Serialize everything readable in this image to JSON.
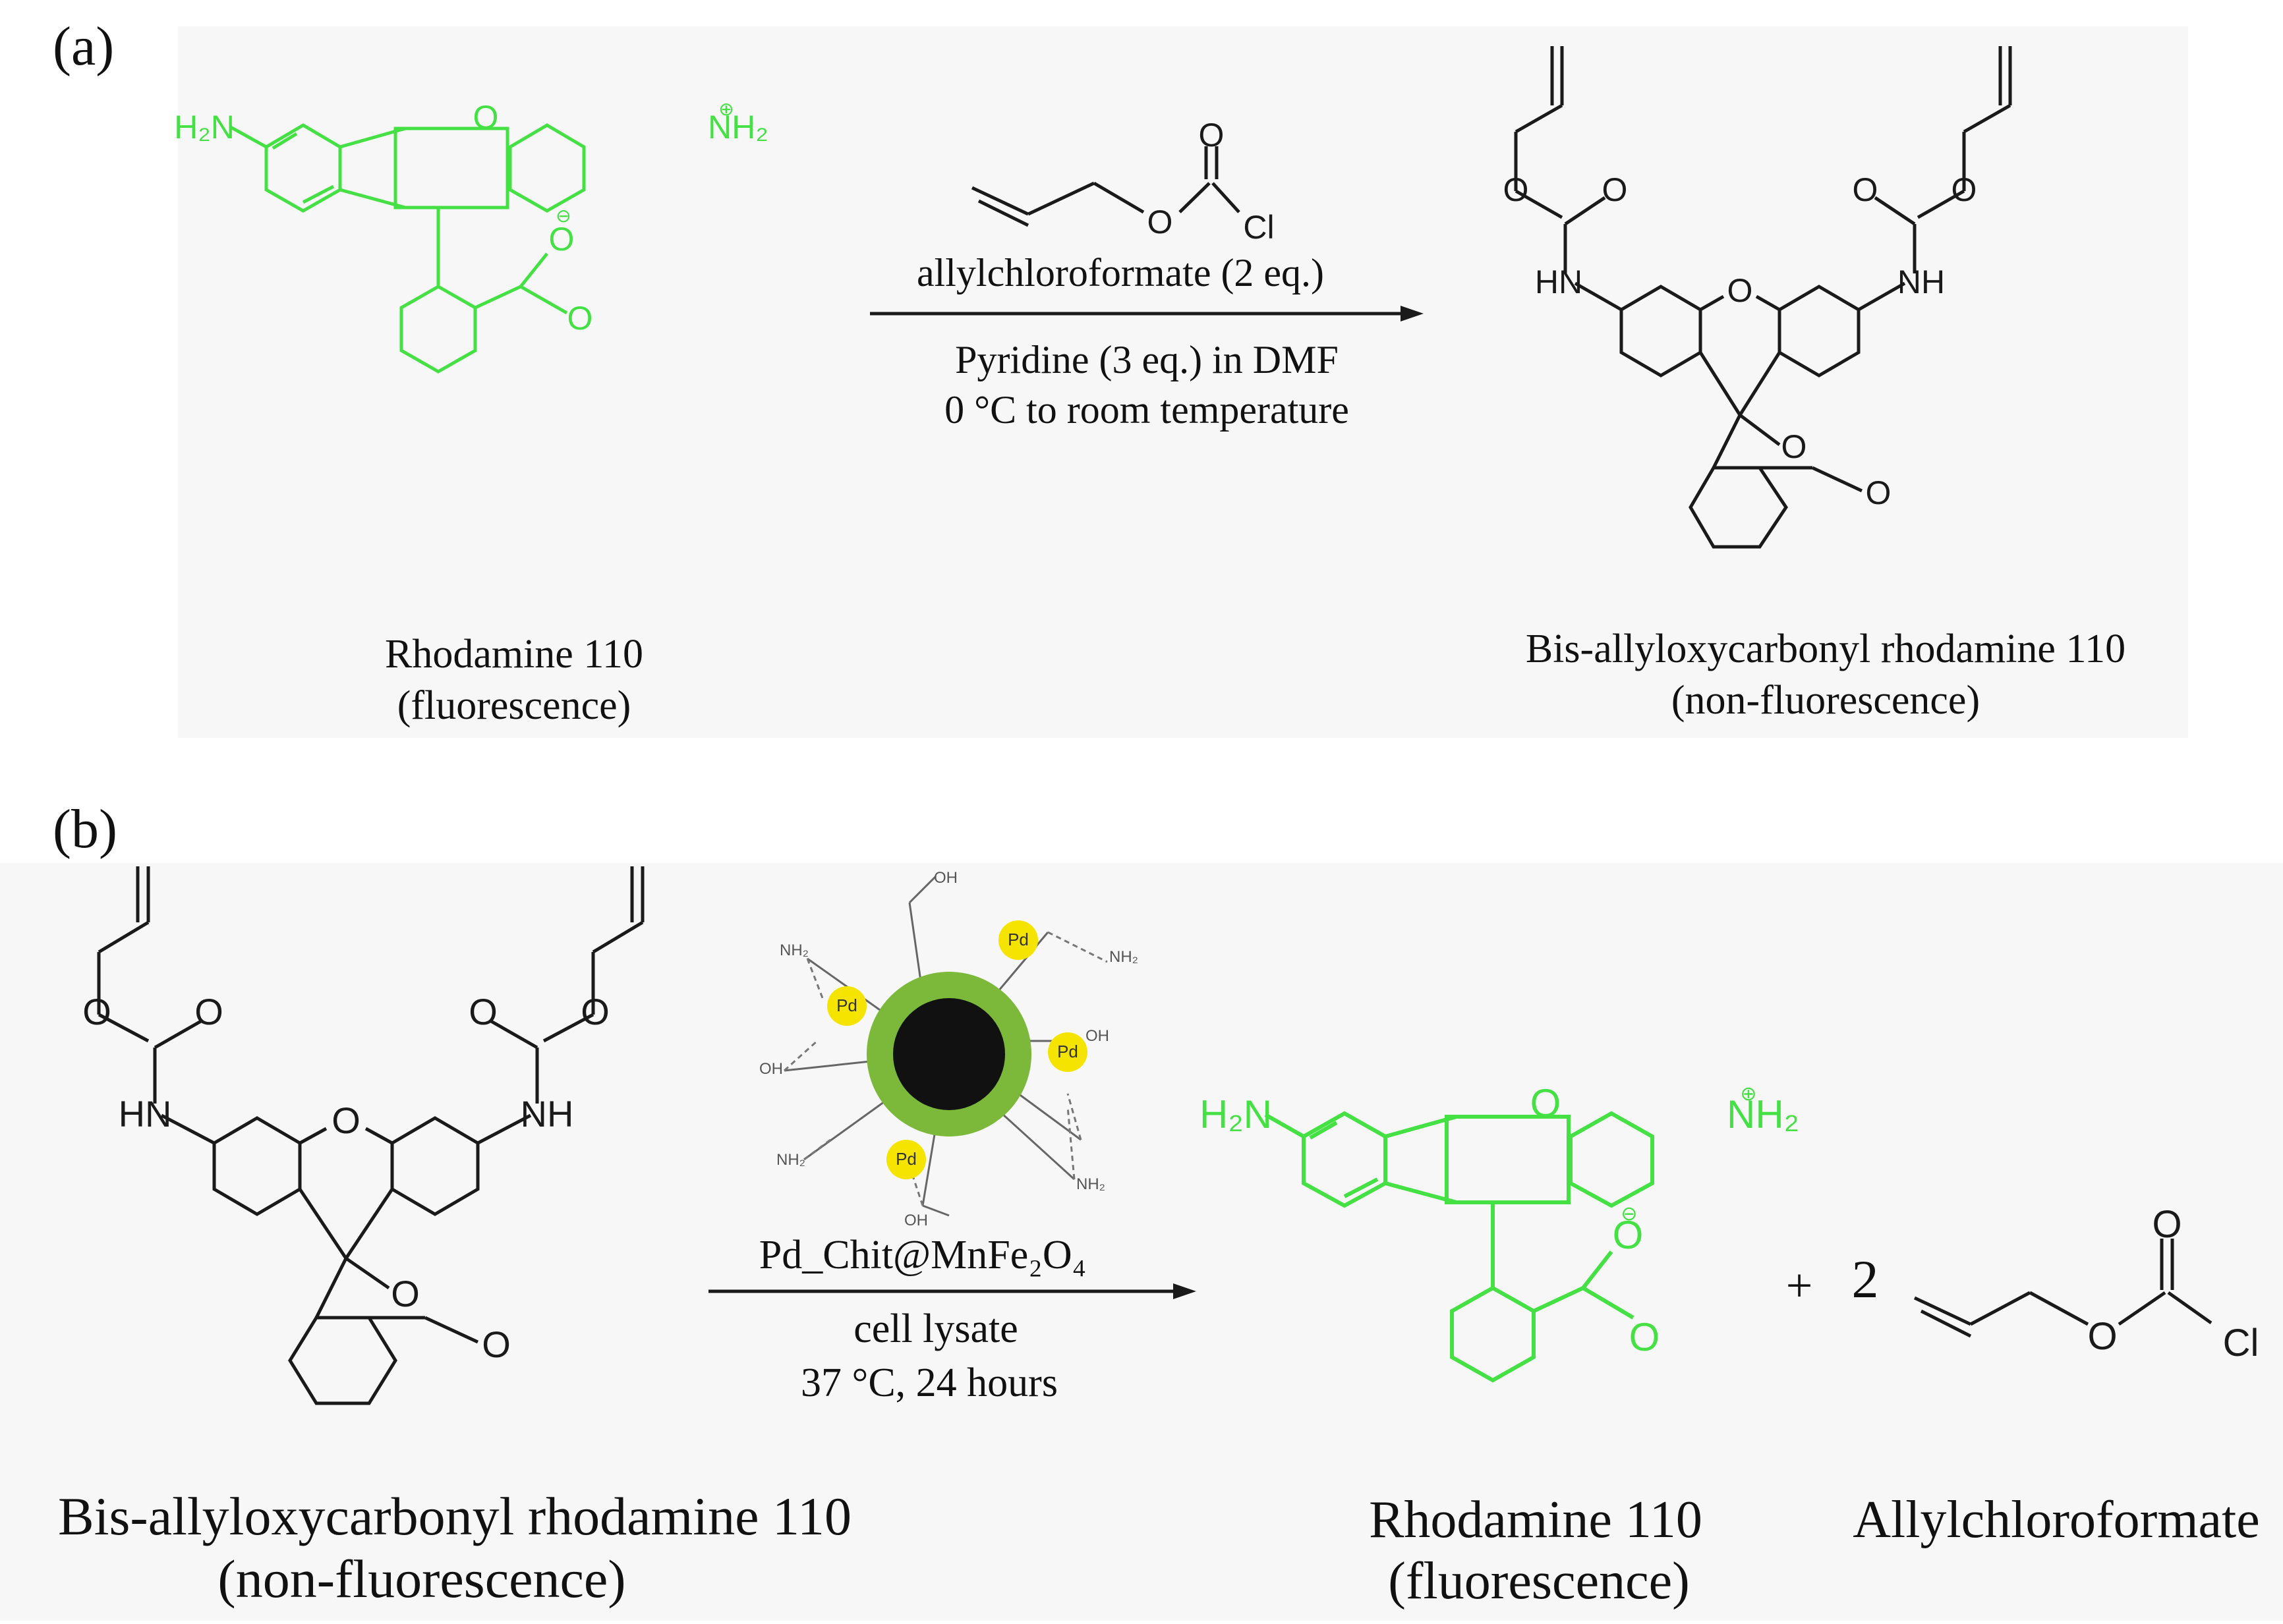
{
  "colors": {
    "fluorescent": "#44e044",
    "structure": "#1a1a1a",
    "core": "#111111",
    "shell": "#7cb83a",
    "pd": "#f5e400",
    "panel": "#f7f7f7"
  },
  "panel_a": {
    "label": "(a)",
    "reactant": {
      "name": "Rhodamine 110",
      "note": "(fluorescence)"
    },
    "reagent": {
      "name": "allylchloroformate (2 eq.)"
    },
    "conditions": [
      "Pyridine (3 eq.) in DMF",
      "0 °C to room temperature"
    ],
    "product": {
      "name": "Bis-allyloxycarbonyl rhodamine 110",
      "note": "(non-fluorescence)"
    }
  },
  "panel_b": {
    "label": "(b)",
    "reactant": {
      "name": "Bis-allyloxycarbonyl rhodamine 110",
      "note": "(non-fluorescence)"
    },
    "catalyst": "Pd_Chit@MnFe₂O₄",
    "conditions": [
      "cell lysate",
      "37 °C, 24 hours"
    ],
    "product": {
      "name": "Rhodamine 110",
      "note": "(fluorescence)"
    },
    "plus": "+",
    "coefficient": "2",
    "byproduct": {
      "name": "Allylchloroformate"
    }
  },
  "atoms": {
    "amine": "H₂N",
    "iminium": "NH₂",
    "imide_left": "HN",
    "imide_right": "NH",
    "oxygen": "O",
    "chlorine": "Cl",
    "palladium": "Pd",
    "hydroxyl": "OH",
    "amino": "NH₂",
    "charge_plus": "⊕",
    "charge_minus": "⊖"
  }
}
